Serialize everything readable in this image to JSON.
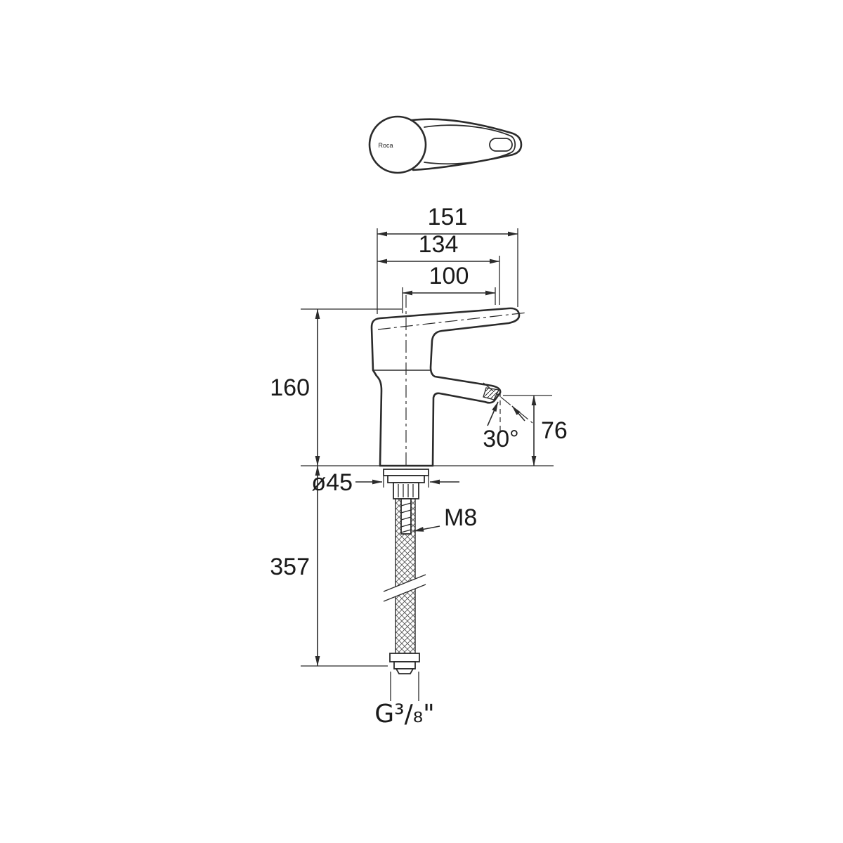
{
  "drawing": {
    "subject": "single-lever-basin-mixer-technical-drawing",
    "brand": "Roca",
    "colors": {
      "line": "#2b2b2b",
      "text": "#1a1a1a",
      "background": "#ffffff"
    },
    "labels": {
      "dim_overall_reach": "151",
      "dim_outer_reach": "134",
      "dim_spout_reach": "100",
      "dim_body_height": "160",
      "dim_spout_angle": "30°",
      "dim_outlet_height": "76",
      "dim_base_diameter": "ø45",
      "dim_fixing_thread": "M8",
      "dim_hose_length": "357",
      "dim_connection": "G³/₈\""
    }
  }
}
